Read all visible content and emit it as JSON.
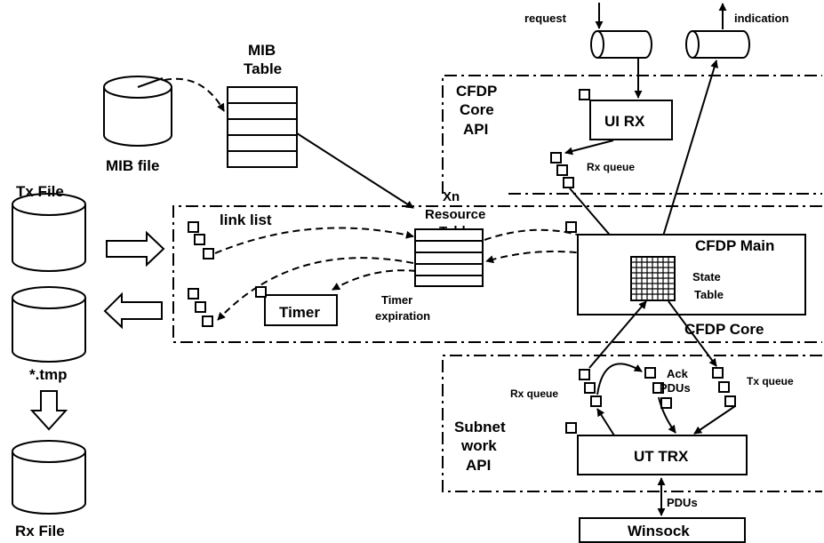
{
  "labels": {
    "request": "request",
    "indication": "indication",
    "cfdp_core_api_1": "CFDP",
    "cfdp_core_api_2": "Core",
    "cfdp_core_api_3": "API",
    "ui_rx": "UI RX",
    "rx_queue_top": "Rx queue",
    "mib_table_1": "MIB",
    "mib_table_2": "Table",
    "mib_file": "MIB file",
    "tx_file": "Tx File",
    "tmp_file": "*.tmp",
    "rx_file": "Rx File",
    "link_list": "link list",
    "xn_1": "Xn",
    "xn_2": "Resource",
    "xn_3": "Table",
    "timer": "Timer",
    "timer_exp_1": "Timer",
    "timer_exp_2": "expiration",
    "cfdp_main": "CFDP Main",
    "state_1": "State",
    "state_2": "Table",
    "cfdp_core": "CFDP Core",
    "rx_queue_bottom": "Rx queue",
    "ack_1": "Ack",
    "ack_2": "PDUs",
    "tx_queue": "Tx queue",
    "subnet_1": "Subnet",
    "subnet_2": "work",
    "subnet_3": "API",
    "ut_trx": "UT TRX",
    "pdus": "PDUs",
    "winsock": "Winsock"
  }
}
